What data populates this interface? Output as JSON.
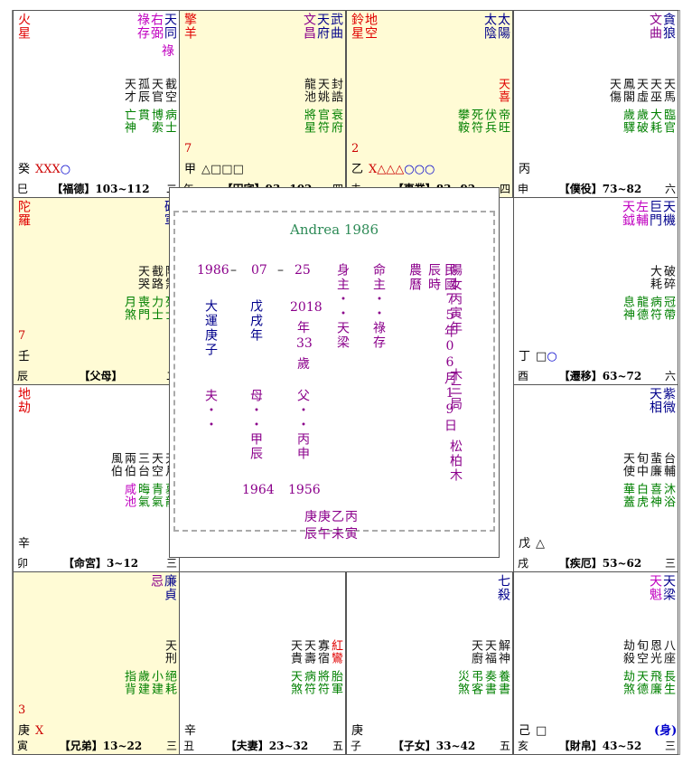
{
  "cells": [
    {
      "id": "si",
      "left": false,
      "highlight": false,
      "main_stars": [
        {
          "t": "天同",
          "c": "navy"
        },
        {
          "t": "右弼",
          "c": "magenta"
        },
        {
          "t": "祿存",
          "c": "magenta"
        }
      ],
      "main_stars_extra": [
        {
          "t": "祿",
          "c": "magenta",
          "under": 0
        }
      ],
      "left_stars": [
        {
          "t": "火星",
          "c": "red"
        }
      ],
      "minor": [
        {
          "t": "截空"
        },
        {
          "t": "天官"
        },
        {
          "t": "孤辰"
        },
        {
          "t": "天才"
        }
      ],
      "gods": [
        {
          "t": "病士",
          "c": "green"
        },
        {
          "t": "博索",
          "c": "green"
        },
        {
          "t": "貫",
          "c": "green"
        },
        {
          "t": "亡神",
          "c": "green"
        }
      ],
      "num": "",
      "stem": "癸",
      "marks": "XXX",
      "circles": "○",
      "branch": "巳",
      "palace": "【福德】103~112",
      "tag": "二"
    },
    {
      "id": "wu",
      "highlight": true,
      "main_stars": [
        {
          "t": "武曲",
          "c": "navy"
        },
        {
          "t": "天府",
          "c": "navy"
        },
        {
          "t": "文昌",
          "c": "purple"
        }
      ],
      "left_stars": [
        {
          "t": "擎羊",
          "c": "red"
        }
      ],
      "minor": [
        {
          "t": "封誥"
        },
        {
          "t": "天姚"
        },
        {
          "t": "龍池"
        }
      ],
      "gods": [
        {
          "t": "衰府",
          "c": "green"
        },
        {
          "t": "官符",
          "c": "green"
        },
        {
          "t": "將星",
          "c": "green"
        }
      ],
      "num": "7",
      "stem": "甲",
      "marks": "△□□□",
      "circles": "",
      "branch": "午",
      "palace": "【田宅】93~102",
      "tag": "四"
    },
    {
      "id": "wei",
      "highlight": true,
      "main_stars": [
        {
          "t": "太陽",
          "c": "navy"
        },
        {
          "t": "太陰",
          "c": "navy"
        }
      ],
      "left_stars": [
        {
          "t": "鈴星",
          "c": "red"
        },
        {
          "t": "地空",
          "c": "red"
        }
      ],
      "minor": [
        {
          "t": "天喜",
          "c": "red"
        }
      ],
      "gods": [
        {
          "t": "帝旺",
          "c": "green"
        },
        {
          "t": "伏兵",
          "c": "green"
        },
        {
          "t": "死符",
          "c": "green"
        },
        {
          "t": "攀鞍",
          "c": "green"
        }
      ],
      "num": "2",
      "stem": "乙",
      "marks": "X△△△",
      "circles": "○○○",
      "branch": "未",
      "palace": "【事業】83~92",
      "tag": "四"
    },
    {
      "id": "shen",
      "highlight": false,
      "main_stars": [
        {
          "t": "貪狼",
          "c": "navy"
        },
        {
          "t": "文曲",
          "c": "purple"
        }
      ],
      "left_stars": [],
      "minor": [
        {
          "t": "天馬"
        },
        {
          "t": "天巫"
        },
        {
          "t": "天虛"
        },
        {
          "t": "鳳閣"
        },
        {
          "t": "天傷"
        }
      ],
      "gods": [
        {
          "t": "臨官",
          "c": "green"
        },
        {
          "t": "大耗",
          "c": "green"
        },
        {
          "t": "歲破",
          "c": "green"
        },
        {
          "t": "歲驛",
          "c": "green"
        }
      ],
      "num": "",
      "stem": "丙",
      "marks": "",
      "circles": "",
      "branch": "申",
      "palace": "【僕役】73~82",
      "tag": "六"
    },
    {
      "id": "you",
      "highlight": false,
      "main_stars": [
        {
          "t": "天機",
          "c": "navy"
        },
        {
          "t": "巨門",
          "c": "navy"
        },
        {
          "t": "左輔",
          "c": "magenta"
        },
        {
          "t": "天鉞",
          "c": "magenta"
        }
      ],
      "left_stars": [],
      "minor": [
        {
          "t": "破碎"
        },
        {
          "t": "大耗"
        }
      ],
      "gods": [
        {
          "t": "冠帶",
          "c": "green"
        },
        {
          "t": "病符",
          "c": "green"
        },
        {
          "t": "龍德",
          "c": "green"
        },
        {
          "t": "息神",
          "c": "green"
        }
      ],
      "num": "",
      "stem": "丁",
      "marks": "□",
      "circles": "○",
      "branch": "酉",
      "palace": "【遷移】63~72",
      "tag": "六"
    },
    {
      "id": "xu",
      "highlight": false,
      "main_stars": [
        {
          "t": "紫微",
          "c": "navy"
        },
        {
          "t": "天相",
          "c": "navy"
        }
      ],
      "left_stars": [],
      "minor": [
        {
          "t": "台輔"
        },
        {
          "t": "蜚廉"
        },
        {
          "t": "旬中"
        },
        {
          "t": "天使"
        }
      ],
      "gods": [
        {
          "t": "沐浴",
          "c": "green"
        },
        {
          "t": "喜神",
          "c": "green"
        },
        {
          "t": "白虎",
          "c": "green"
        },
        {
          "t": "華蓋",
          "c": "green"
        }
      ],
      "num": "",
      "stem": "戊",
      "marks": "△",
      "circles": "",
      "branch": "戌",
      "palace": "【疾厄】53~62",
      "tag": "三"
    },
    {
      "id": "hai",
      "highlight": false,
      "main_stars": [
        {
          "t": "天梁",
          "c": "navy"
        },
        {
          "t": "天魁",
          "c": "magenta"
        }
      ],
      "left_stars": [],
      "minor": [
        {
          "t": "八座"
        },
        {
          "t": "恩光"
        },
        {
          "t": "旬空"
        },
        {
          "t": "劫殺"
        }
      ],
      "gods": [
        {
          "t": "長生",
          "c": "green"
        },
        {
          "t": "飛廉",
          "c": "green"
        },
        {
          "t": "天德",
          "c": "green"
        },
        {
          "t": "劫煞",
          "c": "green"
        }
      ],
      "num": "",
      "stem": "己",
      "marks": "□",
      "circles": "",
      "branch": "亥",
      "palace": "【財帛】43~52",
      "tag": "三",
      "body": "(身)"
    },
    {
      "id": "zi",
      "highlight": false,
      "main_stars": [
        {
          "t": "七殺",
          "c": "navy"
        }
      ],
      "left_stars": [],
      "minor": [
        {
          "t": "解神"
        },
        {
          "t": "天福"
        },
        {
          "t": "天廚"
        }
      ],
      "gods": [
        {
          "t": "養書",
          "c": "green"
        },
        {
          "t": "奏書",
          "c": "green"
        },
        {
          "t": "弔客",
          "c": "green"
        },
        {
          "t": "災煞",
          "c": "green"
        }
      ],
      "num": "",
      "stem": "庚",
      "marks": "",
      "circles": "",
      "branch": "子",
      "palace": "【子女】33~42",
      "tag": "五"
    },
    {
      "id": "chou",
      "highlight": false,
      "main_stars": [],
      "left_stars": [],
      "minor": [
        {
          "t": "紅鸞",
          "c": "red"
        },
        {
          "t": "寡宿"
        },
        {
          "t": "天壽"
        },
        {
          "t": "天貴"
        }
      ],
      "gods": [
        {
          "t": "胎軍",
          "c": "green"
        },
        {
          "t": "將符",
          "c": "green"
        },
        {
          "t": "病符",
          "c": "green"
        },
        {
          "t": "天煞",
          "c": "green"
        }
      ],
      "num": "",
      "stem": "辛",
      "marks": "",
      "circles": "",
      "branch": "丑",
      "palace": "【夫妻】23~32",
      "tag": "五"
    },
    {
      "id": "yin",
      "highlight": true,
      "main_stars": [
        {
          "t": "廉貞",
          "c": "navy"
        },
        {
          "t": "忌",
          "c": "purple"
        }
      ],
      "left_stars": [],
      "minor": [
        {
          "t": "天刑"
        }
      ],
      "gods": [
        {
          "t": "絕耗",
          "c": "green"
        },
        {
          "t": "小建",
          "c": "green"
        },
        {
          "t": "歲建",
          "c": "green"
        },
        {
          "t": "指背",
          "c": "green"
        }
      ],
      "num": "3",
      "stem": "庚",
      "marks": "X",
      "circles": "",
      "branch": "寅",
      "palace": "【兄弟】13~22",
      "tag": "三"
    },
    {
      "id": "mao",
      "highlight": false,
      "main_stars": [],
      "left_stars": [
        {
          "t": "地劫",
          "c": "red"
        }
      ],
      "minor": [
        {
          "t": "天月"
        },
        {
          "t": "天空"
        },
        {
          "t": "三台"
        },
        {
          "t": "兩伯"
        },
        {
          "t": "風伯"
        }
      ],
      "gods": [
        {
          "t": "墓龍",
          "c": "green"
        },
        {
          "t": "青氣",
          "c": "green"
        },
        {
          "t": "晦氣",
          "c": "green"
        },
        {
          "t": "咸池",
          "c": "magenta"
        }
      ],
      "num": "",
      "stem": "辛",
      "marks": "",
      "circles": "",
      "branch": "卯",
      "palace": "【命宮】3~12",
      "tag": "三"
    },
    {
      "id": "chen",
      "highlight": true,
      "main_stars": [
        {
          "t": "破軍",
          "c": "navy"
        }
      ],
      "left_stars": [
        {
          "t": "陀羅",
          "c": "red"
        }
      ],
      "minor": [
        {
          "t": "陰煞"
        },
        {
          "t": "截路"
        },
        {
          "t": "天哭"
        }
      ],
      "gods": [
        {
          "t": "死士",
          "c": "green"
        },
        {
          "t": "力士",
          "c": "green"
        },
        {
          "t": "喪門",
          "c": "green"
        },
        {
          "t": "月煞",
          "c": "green"
        }
      ],
      "num": "7",
      "stem": "壬",
      "marks": "",
      "circles": "",
      "branch": "辰",
      "palace": "【父母】",
      "tag": "二"
    }
  ],
  "center": {
    "title": "Andrea 1986",
    "birth_year": "1986",
    "birth_month": "07",
    "birth_day": "25",
    "dash1": "–",
    "dash2": "–",
    "body_master": "身主・・天梁",
    "life_master": "命主・・祿存",
    "calendar": "民國75年06月19日辰時",
    "lunar_label": "農曆",
    "gender_label": "陽女丙寅年",
    "bureau": "木三局",
    "na_yin": "松柏木",
    "dayun": "大運庚子",
    "wuxu": "戊戌年",
    "year_2018": "2018",
    "age_label": "年",
    "age": "33",
    "sui": "歲",
    "father_label": "夫・・",
    "mother_label": "母・・甲辰",
    "father2_label": "父・・丙申",
    "mother_year": "1964",
    "father_year": "1956",
    "pillars_top": "庚庚乙丙",
    "pillars_bottom": "辰午未寅"
  },
  "colors": {
    "highlight": "#fffbd5",
    "main": "#00008b",
    "aux": "#c000c0",
    "malefic": "#e00000",
    "gods": "#008000"
  }
}
